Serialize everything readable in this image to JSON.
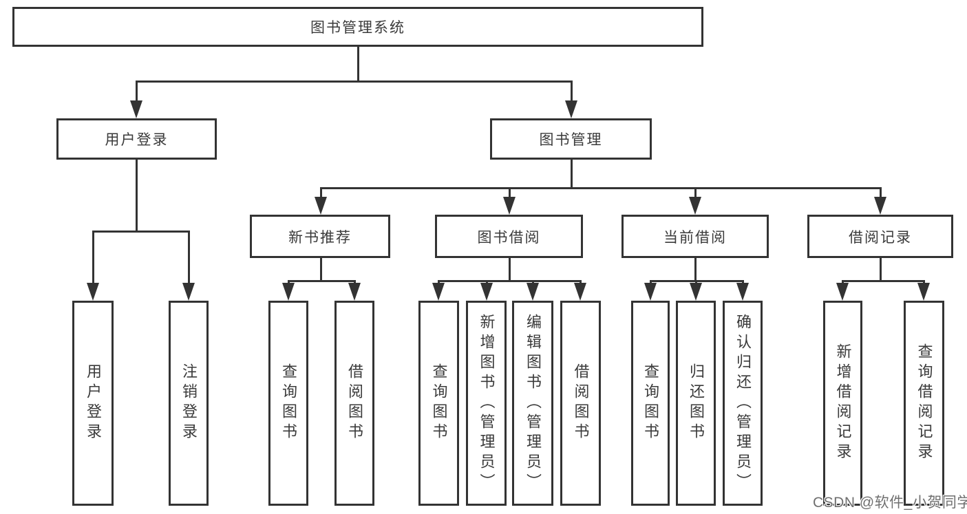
{
  "colors": {
    "background": "#ffffff",
    "line": "#333333",
    "box_border": "#333333",
    "text": "#3a3a3a",
    "watermark_text": "#6f6f6f"
  },
  "watermark": {
    "text": "CSDN @软件_小贺同学"
  },
  "diagram": {
    "root": {
      "label": "图书管理系统"
    },
    "branches": [
      {
        "label": "用户登录",
        "children": [
          {
            "label": "用户登录"
          },
          {
            "label": "注销登录"
          }
        ]
      },
      {
        "label": "图书管理",
        "children": [
          {
            "label": "新书推荐",
            "children": [
              {
                "label": "查询图书"
              },
              {
                "label": "借阅图书"
              }
            ]
          },
          {
            "label": "图书借阅",
            "children": [
              {
                "label": "查询图书"
              },
              {
                "label": "新增图书（管理员）"
              },
              {
                "label": "编辑图书（管理员）"
              },
              {
                "label": "借阅图书"
              }
            ]
          },
          {
            "label": "当前借阅",
            "children": [
              {
                "label": "查询图书"
              },
              {
                "label": "归还图书"
              },
              {
                "label": "确认归还（管理员）"
              }
            ]
          },
          {
            "label": "借阅记录",
            "children": [
              {
                "label": "新增借阅记录"
              },
              {
                "label": "查询借阅记录"
              }
            ]
          }
        ]
      }
    ]
  }
}
